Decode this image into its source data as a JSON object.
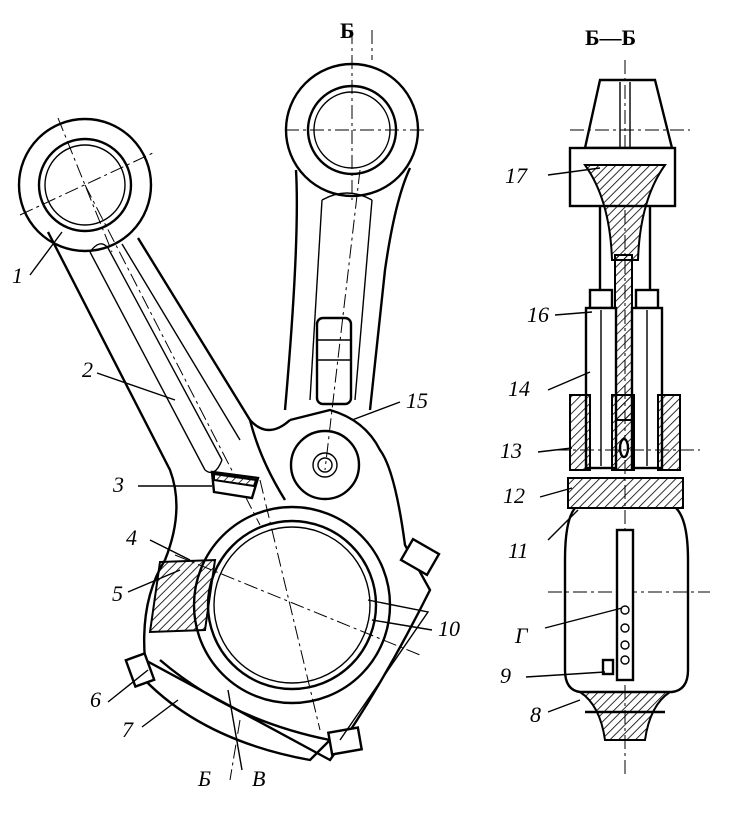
{
  "section_mark": "Б",
  "section_title": "Б—Б",
  "labels": {
    "n1": "1",
    "n2": "2",
    "n3": "3",
    "n4": "4",
    "n5": "5",
    "n6": "6",
    "n7": "7",
    "n8": "8",
    "n9": "9",
    "n10": "10",
    "n11": "11",
    "n12": "12",
    "n13": "13",
    "n14": "14",
    "n15": "15",
    "n16": "16",
    "n17": "17",
    "b_bottom": "Б",
    "v_bottom": "В",
    "g": "Г"
  }
}
